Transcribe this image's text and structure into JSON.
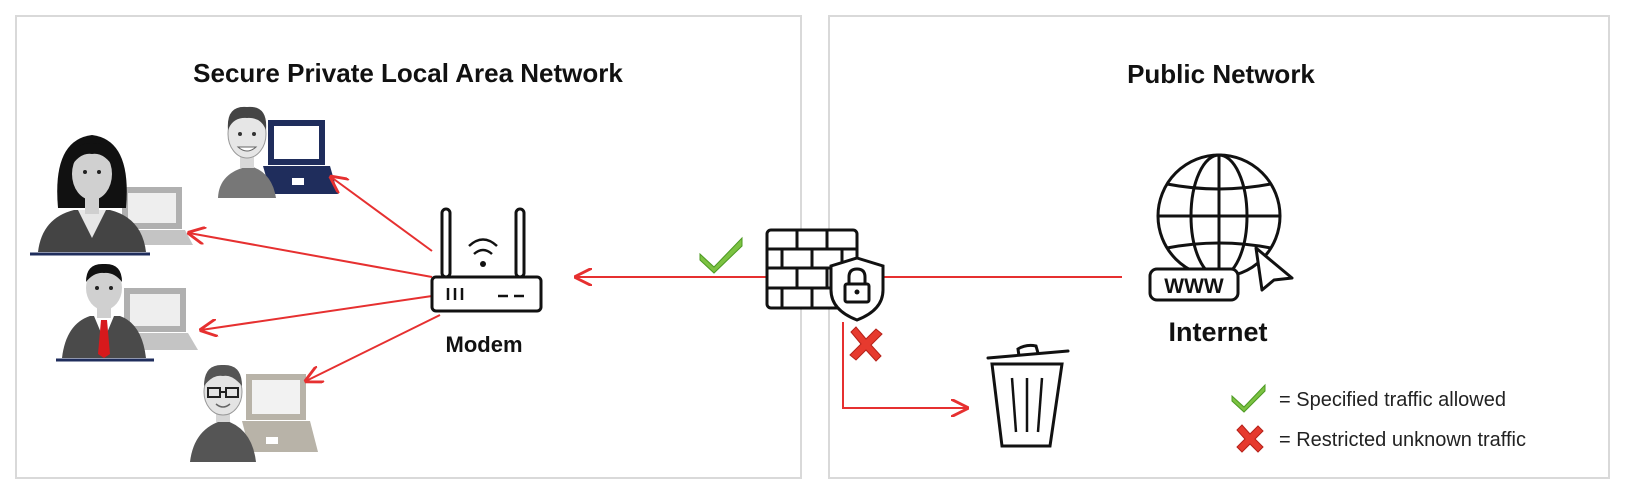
{
  "panels": {
    "private": {
      "title": "Secure Private Local Area Network"
    },
    "public": {
      "title": "Public Network"
    }
  },
  "devices": {
    "modem_label": "Modem",
    "internet_label": "Internet",
    "www_text": "WWW"
  },
  "legend": [
    {
      "icon": "check-icon",
      "text": "= Specified traffic allowed"
    },
    {
      "icon": "cross-icon",
      "text": "= Restricted unknown traffic"
    }
  ],
  "colors": {
    "arrow": "#e63030",
    "panel_border": "#d9d9d9",
    "check": "#7cc242",
    "cross": "#e63a2e"
  }
}
